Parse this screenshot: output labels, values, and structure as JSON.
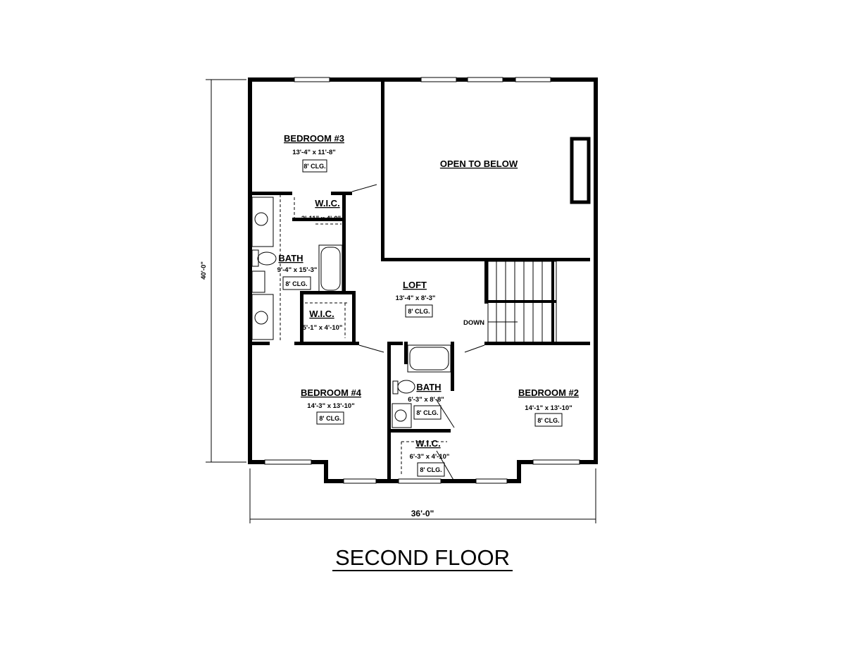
{
  "title": "SECOND FLOOR",
  "dimensions": {
    "overall_depth": "40'-0\"",
    "overall_width": "36'-0\""
  },
  "rooms": {
    "bedroom3": {
      "name": "BEDROOM #3",
      "size": "13'-4\" x 11'-8\"",
      "ceiling": "8' CLG."
    },
    "open_to_below": {
      "name": "OPEN TO BELOW"
    },
    "wic_upper": {
      "name": "W.I.C.",
      "size": "3'-11\" x 4'-0\""
    },
    "bath_left": {
      "name": "BATH",
      "size": "9'-4\" x 15'-3\"",
      "ceiling": "8' CLG."
    },
    "wic_lower": {
      "name": "W.I.C.",
      "size": "5'-1\" x 4'-10\""
    },
    "loft": {
      "name": "LOFT",
      "size": "13'-4\" x 8'-3\"",
      "ceiling": "8' CLG."
    },
    "stairs": {
      "label": "DOWN"
    },
    "bedroom4": {
      "name": "BEDROOM #4",
      "size": "14'-3\" x 13'-10\"",
      "ceiling": "8' CLG."
    },
    "bath_center": {
      "name": "BATH",
      "size": "6'-3\" x 8'-8\"",
      "ceiling": "8' CLG."
    },
    "wic_center": {
      "name": "W.I.C.",
      "size": "6'-3\" x 4'-10\"",
      "ceiling": "8' CLG."
    },
    "bedroom2": {
      "name": "BEDROOM #2",
      "size": "14'-1\" x 13'-10\"",
      "ceiling": "8' CLG."
    }
  }
}
